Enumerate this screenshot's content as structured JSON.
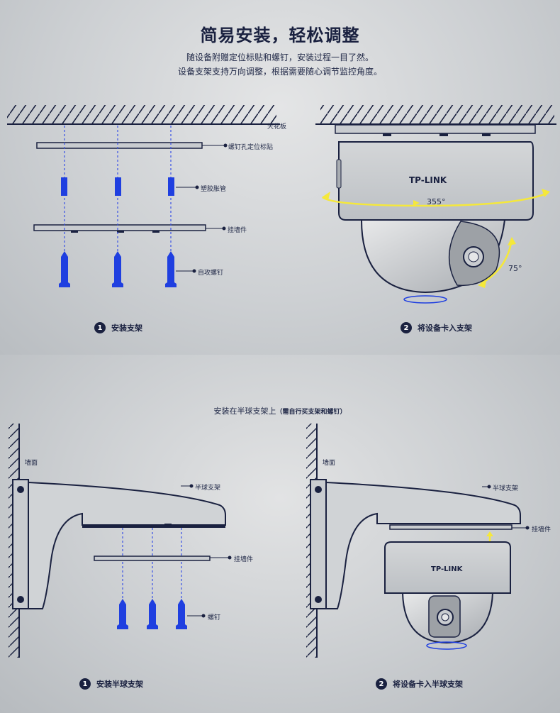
{
  "header": {
    "title": "简易安装，轻松调整",
    "subtitle_line1": "随设备附赠定位标贴和螺钉，安装过程一目了然。",
    "subtitle_line2": "设备支架支持万向调整，根据需要随心调节监控角度。"
  },
  "top_left": {
    "ceiling": "天花板",
    "sticker": "螺钉孔定位标贴",
    "anchor": "塑胶胀管",
    "mount": "挂墙件",
    "screw": "自攻螺钉",
    "step_num": "1",
    "step_label": "安装支架"
  },
  "top_right": {
    "brand": "TP-LINK",
    "pan": "355°",
    "tilt": "75°",
    "step_num": "2",
    "step_label": "将设备卡入支架"
  },
  "bottom": {
    "note_main": "安装在半球支架上",
    "note_small": "（需自行买支架和螺钉）"
  },
  "bottom_left": {
    "wall": "墙面",
    "bracket": "半球支架",
    "mount": "挂墙件",
    "screw": "螺钉",
    "step_num": "1",
    "step_label": "安装半球支架"
  },
  "bottom_right": {
    "wall": "墙面",
    "bracket": "半球支架",
    "mount": "挂墙件",
    "brand": "TP-LINK",
    "step_num": "2",
    "step_label": "将设备卡入半球支架"
  },
  "colors": {
    "navy": "#1a2140",
    "blue": "#1f3fe0",
    "yellow": "#f5e83a",
    "dashed": "#3a52e6"
  }
}
